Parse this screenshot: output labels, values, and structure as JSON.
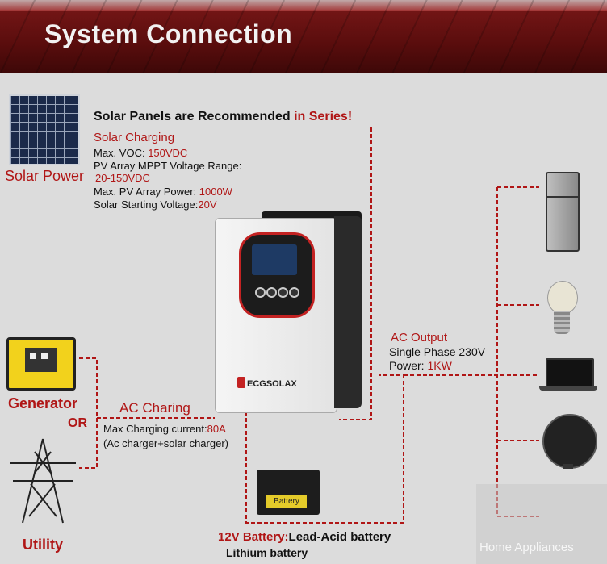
{
  "title": "System Connection",
  "recommend": {
    "text": "Solar Panels are Recommended ",
    "highlight": "in Series!"
  },
  "solar": {
    "label": "Solar Power",
    "charging_title": "Solar Charging",
    "lines": [
      {
        "label": "Max. VOC: ",
        "value": "150VDC"
      },
      {
        "label": "PV Array MPPT Voltage Range:",
        "value": ""
      },
      {
        "label": "",
        "value": "20-150VDC"
      },
      {
        "label": "Max. PV Array Power: ",
        "value": "1000W"
      },
      {
        "label": "Solar Starting Voltage:",
        "value": "20V"
      }
    ]
  },
  "ac_charging": {
    "generator_label": "Generator",
    "or_label": "OR",
    "utility_label": "Utility",
    "title": "AC Charing",
    "line1_label": "Max Charging current:",
    "line1_value": "80A",
    "line2": "(Ac charger+solar charger)"
  },
  "ac_output": {
    "title": "AC Output",
    "line1": "Single Phase 230V",
    "line2_label": "Power: ",
    "line2_value": "1KW"
  },
  "inverter": {
    "brand": "ECGSOLAX"
  },
  "battery": {
    "label": "Battery",
    "title_red": "12V Battery:",
    "title_black": "Lead-Acid battery",
    "line2": "Lithium battery"
  },
  "appliances_label": "Home Appliances",
  "colors": {
    "accent_red": "#b01616",
    "banner": "#6e1414",
    "wire": "#b01616"
  },
  "icons": [
    "solar-panel-icon",
    "generator-icon",
    "power-tower-icon",
    "inverter-icon",
    "battery-icon",
    "fridge-icon",
    "light-bulb-icon",
    "laptop-icon",
    "fan-icon"
  ]
}
